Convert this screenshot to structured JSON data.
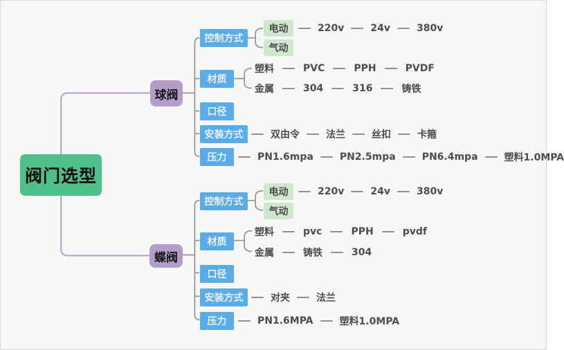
{
  "diagram": {
    "title": "阀门选型",
    "colors": {
      "background": "#f7f7f7",
      "root_bg": "#50c08b",
      "branch_bg": "#b59dcb",
      "child_bg": "#58acea",
      "sub_bg": "#cfe7cc",
      "branch_line": "#b59dcb",
      "connector_line": "#8f8f8f",
      "chain_text": "#4d4d4d"
    },
    "root": "阀门选型",
    "branches": [
      {
        "label": "球阀",
        "children": [
          {
            "label": "控制方式",
            "subs": [
              {
                "label": "电动",
                "chain": [
                  "220v",
                  "24v",
                  "380v"
                ]
              },
              {
                "label": "气动",
                "chain": []
              }
            ]
          },
          {
            "label": "材质",
            "subs": [
              {
                "label": "塑料",
                "chain": [
                  "PVC",
                  "PPH",
                  "PVDF"
                ]
              },
              {
                "label": "金属",
                "chain": [
                  "304",
                  "316",
                  "铸铁"
                ]
              }
            ]
          },
          {
            "label": "口径",
            "chain": []
          },
          {
            "label": "安装方式",
            "chain": [
              "双由令",
              "法兰",
              "丝扣",
              "卡箍"
            ]
          },
          {
            "label": "压力",
            "chain": [
              "PN1.6mpa",
              "PN2.5mpa",
              "PN6.4mpa",
              "塑料1.0MPA"
            ]
          }
        ]
      },
      {
        "label": "蝶阀",
        "children": [
          {
            "label": "控制方式",
            "subs": [
              {
                "label": "电动",
                "chain": [
                  "220v",
                  "24v",
                  "380v"
                ]
              },
              {
                "label": "气动",
                "chain": []
              }
            ]
          },
          {
            "label": "材质",
            "subs": [
              {
                "label": "塑料",
                "chain": [
                  "pvc",
                  "PPH",
                  "pvdf"
                ]
              },
              {
                "label": "金属",
                "chain": [
                  "铸铁",
                  "304"
                ]
              }
            ]
          },
          {
            "label": "口径",
            "chain": []
          },
          {
            "label": "安装方式",
            "chain": [
              "对夹",
              "法兰"
            ]
          },
          {
            "label": "压力",
            "chain": [
              "PN1.6MPA",
              "塑料1.0MPA"
            ]
          }
        ]
      }
    ]
  }
}
